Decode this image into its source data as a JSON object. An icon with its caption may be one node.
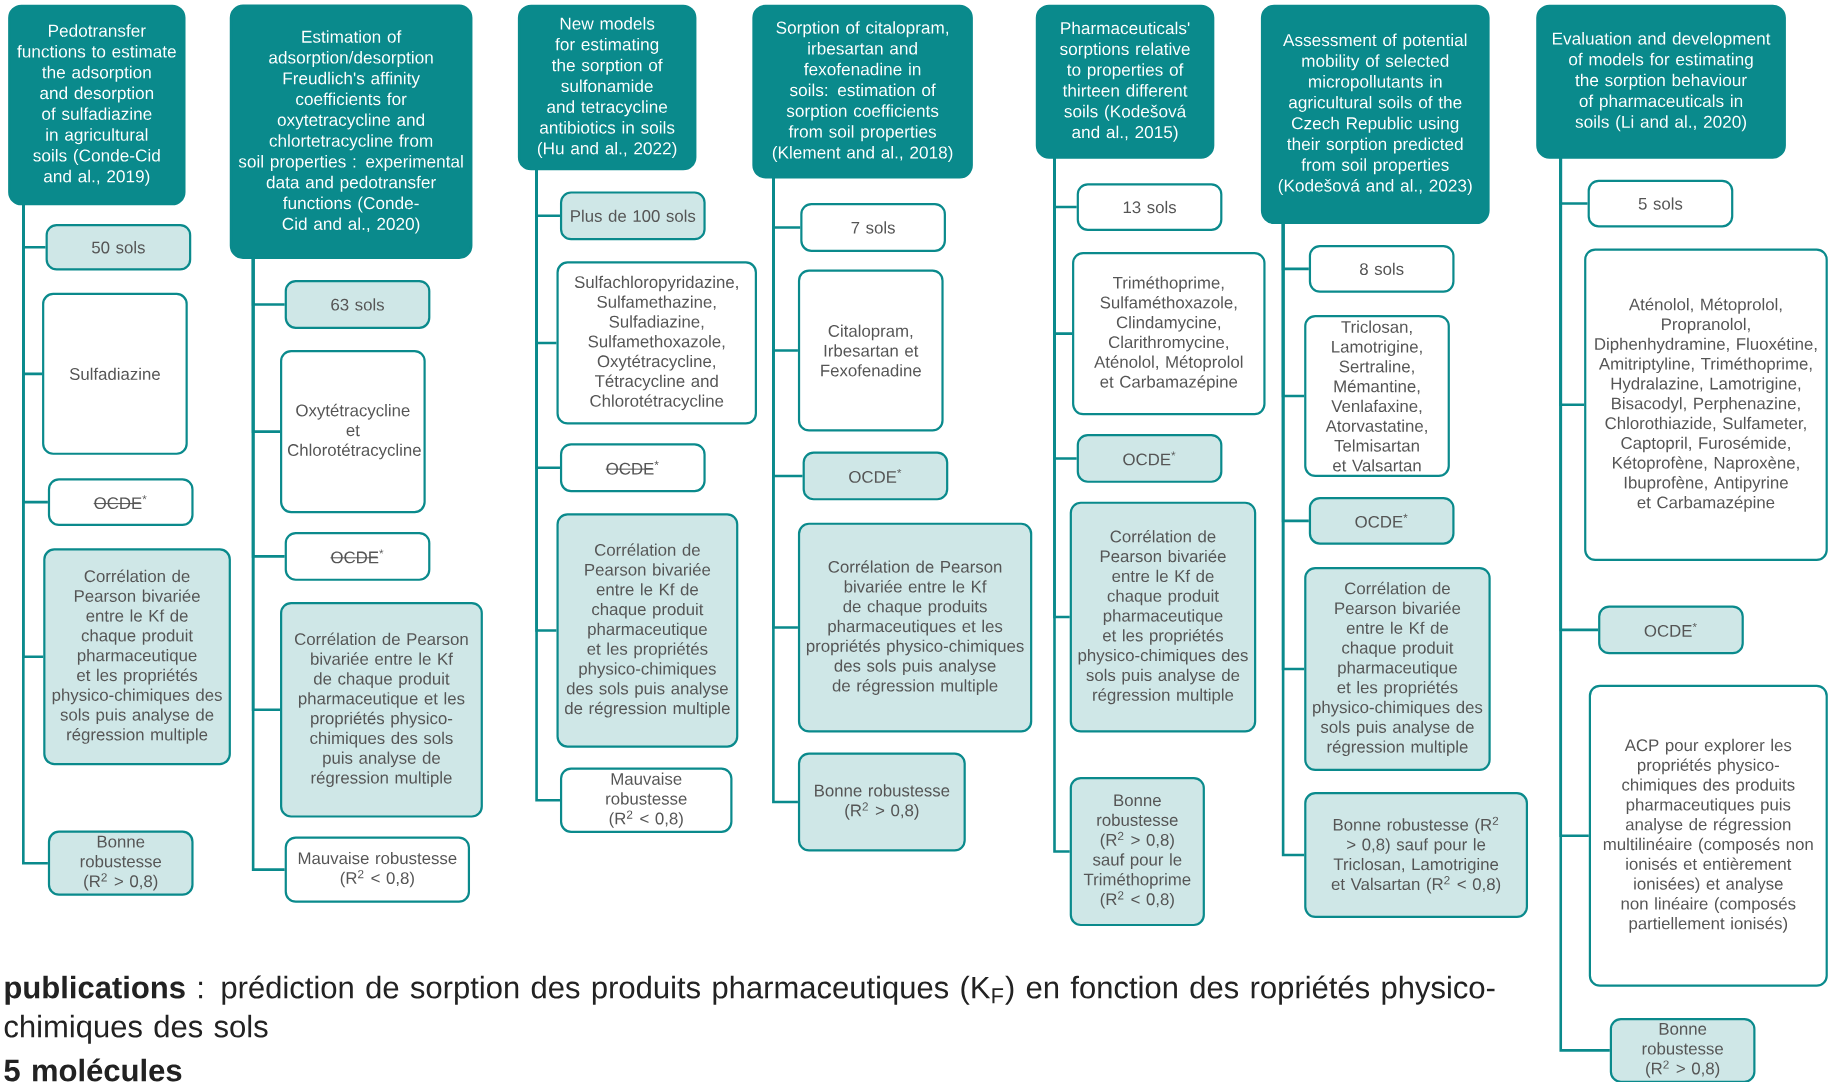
{
  "diagram": {
    "nodes": [
      {
        "text": [
          "Pedotransfer functions to estimate the adsorption and desorption of sulfadiazine in agricultural soils (Conde-Cid and al., 2019)"
        ]
      },
      {
        "text": [
          "50 sols"
        ]
      },
      {
        "text": [
          "Sulfadiazine"
        ]
      },
      {
        "text": [
          "OCDE$^{*}$"
        ]
      },
      {
        "text": [
          "Corrélation de Pearson bivariée entre le Kf de chaque produit pharmaceutique et les propriétés physico-chimiques des sols puis analyse de régression multiple"
        ]
      },
      {
        "text": [
          "Bonne robustesse (R$^{2}$ > 0,8)"
        ]
      },
      {
        "text": [
          "Estimation of adsorption/desorption Freudlich's affinity coefficients for oxytetracycline and chlortetracycline from soil properties : experimental data and pedotransfer functions (Conde-Cid and al., 2020)"
        ]
      },
      {
        "text": [
          "63 sols"
        ]
      },
      {
        "text": [
          "Oxytétracycline et Chlorotétracycline"
        ]
      },
      {
        "text": [
          "OCDE$^{*}$"
        ]
      },
      {
        "text": [
          "Corrélation de Pearson bivariée entre le Kf de chaque produit pharmaceutique et les propriétés physico-chimiques des sols puis analyse de régression multiple"
        ]
      },
      {
        "text": [
          "Mauvaise robustesse (R$^{2}$ < 0,8)"
        ]
      },
      {
        "text": [
          "New models for estimating the sorption of sulfonamide and tetracycline antibiotics in soils (Hu and al., 2022)"
        ]
      },
      {
        "text": [
          "Plus de 100 sols"
        ]
      },
      {
        "text": [
          "Sulfachloropyridazine, Sulfamethazine, Sulfadiazine, Sulfamethoxazole, Oxytétracycline, Tétracycline and Chlorotétracycline"
        ]
      },
      {
        "text": [
          "OCDE$^{*}$"
        ]
      },
      {
        "text": [
          "Corrélation de Pearson bivariée entre le Kf de chaque produit pharmaceutique et les propriétés physico-chimiques des sols puis analyse de régression multiple"
        ]
      },
      {
        "text": [
          "Mauvaise robustesse (R$^{2}$ < 0,8)"
        ]
      },
      {
        "text": [
          "Sorption of citalopram, irbesartan and fexofenadine in soils: estimation of sorption coefficients from soil properties (Klement and al., 2018)"
        ]
      },
      {
        "text": [
          "7 sols"
        ]
      },
      {
        "text": [
          "Citalopram, Irbesartan et Fexofenadine"
        ]
      },
      {
        "text": [
          "OCDE$^{*}$"
        ]
      },
      {
        "text": [
          "Corrélation de Pearson bivariée entre le Kf de chaque produits pharmaceutiques et les propriétés physico-chimiques des sols puis analyse de régression multiple"
        ]
      },
      {
        "text": [
          "Bonne robustesse (R$^{2}$ > 0,8)"
        ]
      },
      {
        "text": [
          "Pharmaceuticals' sorptions relative to properties of thirteen different soils (Kodešová and al., 2015)"
        ]
      },
      {
        "text": [
          "13 sols"
        ]
      },
      {
        "text": [
          "Triméthoprime, Sulfaméthoxazole, Clindamycine, Clarithromycine, Aténolol, Métoprolol et Carbamazépine"
        ]
      },
      {
        "text": [
          "OCDE$^{*}$"
        ]
      },
      {
        "text": [
          "Corrélation de Pearson bivariée entre le Kf de chaque produit pharmaceutique et les propriétés physico-chimiques des sols puis analyse de régression multiple"
        ]
      },
      {
        "text": [
          "Bonne robustesse (R$^{2}$ > 0,8) sauf pour le Triméthoprime (R$^{2}$ < 0,8)"
        ]
      },
      {
        "text": [
          "Assessment of potential mobility of selected micropollutants in agricultural soils of the Czech Republic using their sorption predicted from soil properties (Kodešová and al., 2023)"
        ]
      },
      {
        "text": [
          "8 sols"
        ]
      },
      {
        "text": [
          "Triclosan, Lamotrigine, Sertraline, Mémantine, Venlafaxine, Atorvastatine, Telmisartan et Valsartan"
        ]
      },
      {
        "text": [
          "OCDE$^{*}$"
        ]
      },
      {
        "text": [
          "Corrélation de Pearson bivariée entre le Kf de chaque produit pharmaceutique et les propriétés physico-chimiques des sols puis analyse de régression multiple"
        ]
      },
      {
        "text": [
          "Bonne robustesse (R$^{2}$ > 0,8) sauf pour le Triclosan, Lamotrigine et Valsartan (R$^{2}$ < 0,8)"
        ]
      },
      {
        "text": [
          "Evaluation and development of models for estimating the sorption behaviour of pharmaceuticals in soils (Li and al., 2020)"
        ]
      },
      {
        "text": [
          "5 sols"
        ]
      },
      {
        "text": [
          "Aténolol, Métoprolol, Propranolol, Diphenhydramine, Fluoxétine, Amitriptyline, Triméthoprime, Hydralazine, Lamotrigine, Bisacodyl, Perphenazine, Chlorothiazide, Sulfameter, Captopril, Furosémide, Kétoprofène, Naproxène, Ibuprofène, Antipyrine et Carbamazépine"
        ]
      },
      {
        "text": [
          "OCDE$^{*}$"
        ]
      },
      {
        "text": [
          "ACP pour explorer les propriétés physico-chimiques des produits pharmaceutiques puis analyse de régression multilinéaire (composés non ionisés et entièrement ionisées) et analyse non linéaire (composés partiellement ionisés)"
        ]
      },
      {
        "text": [
          "Bonne robustesse (R$^{2}$ > 0,8)"
        ]
      }
    ],
    "edges": [
      {
        "from": 0,
        "to": 1,
        "arrow": "none"
      },
      {
        "from": 0,
        "to": 2,
        "arrow": "none"
      },
      {
        "from": 0,
        "to": 3,
        "arrow": "none"
      },
      {
        "from": 0,
        "to": 4,
        "arrow": "none"
      },
      {
        "from": 0,
        "to": 5,
        "arrow": "none"
      },
      {
        "from": 6,
        "to": 7,
        "arrow": "none"
      },
      {
        "from": 6,
        "to": 8,
        "arrow": "none"
      },
      {
        "from": 6,
        "to": 9,
        "arrow": "none"
      },
      {
        "from": 6,
        "to": 10,
        "arrow": "none"
      },
      {
        "from": 6,
        "to": 11,
        "arrow": "none"
      },
      {
        "from": 12,
        "to": 13,
        "arrow": "none"
      },
      {
        "from": 12,
        "to": 14,
        "arrow": "none"
      },
      {
        "from": 12,
        "to": 15,
        "arrow": "none"
      },
      {
        "from": 12,
        "to": 16,
        "arrow": "none"
      },
      {
        "from": 12,
        "to": 17,
        "arrow": "none"
      },
      {
        "from": 18,
        "to": 19,
        "arrow": "none"
      },
      {
        "from": 18,
        "to": 20,
        "arrow": "none"
      },
      {
        "from": 18,
        "to": 21,
        "arrow": "none"
      },
      {
        "from": 18,
        "to": 22,
        "arrow": "none"
      },
      {
        "from": 18,
        "to": 23,
        "arrow": "none"
      },
      {
        "from": 24,
        "to": 25,
        "arrow": "none"
      },
      {
        "from": 24,
        "to": 26,
        "arrow": "none"
      },
      {
        "from": 24,
        "to": 27,
        "arrow": "none"
      },
      {
        "from": 24,
        "to": 28,
        "arrow": "none"
      },
      {
        "from": 24,
        "to": 29,
        "arrow": "none"
      },
      {
        "from": 30,
        "to": 31,
        "arrow": "none"
      },
      {
        "from": 30,
        "to": 32,
        "arrow": "none"
      },
      {
        "from": 30,
        "to": 33,
        "arrow": "none"
      },
      {
        "from": 30,
        "to": 34,
        "arrow": "none"
      },
      {
        "from": 30,
        "to": 35,
        "arrow": "none"
      },
      {
        "from": 36,
        "to": 37,
        "arrow": "none"
      },
      {
        "from": 36,
        "to": 38,
        "arrow": "none"
      },
      {
        "from": 36,
        "to": 39,
        "arrow": "none"
      },
      {
        "from": 36,
        "to": 40,
        "arrow": "none"
      },
      {
        "from": 36,
        "to": 41,
        "arrow": "none"
      }
    ],
    "labels": [
      "**publications** : prédiction de sorption des produits pharmaceutiques (K$_{F}$) en fonction des ropriétés physico-chimiques des sols",
      "**5 molécules**"
    ]
  }
}
